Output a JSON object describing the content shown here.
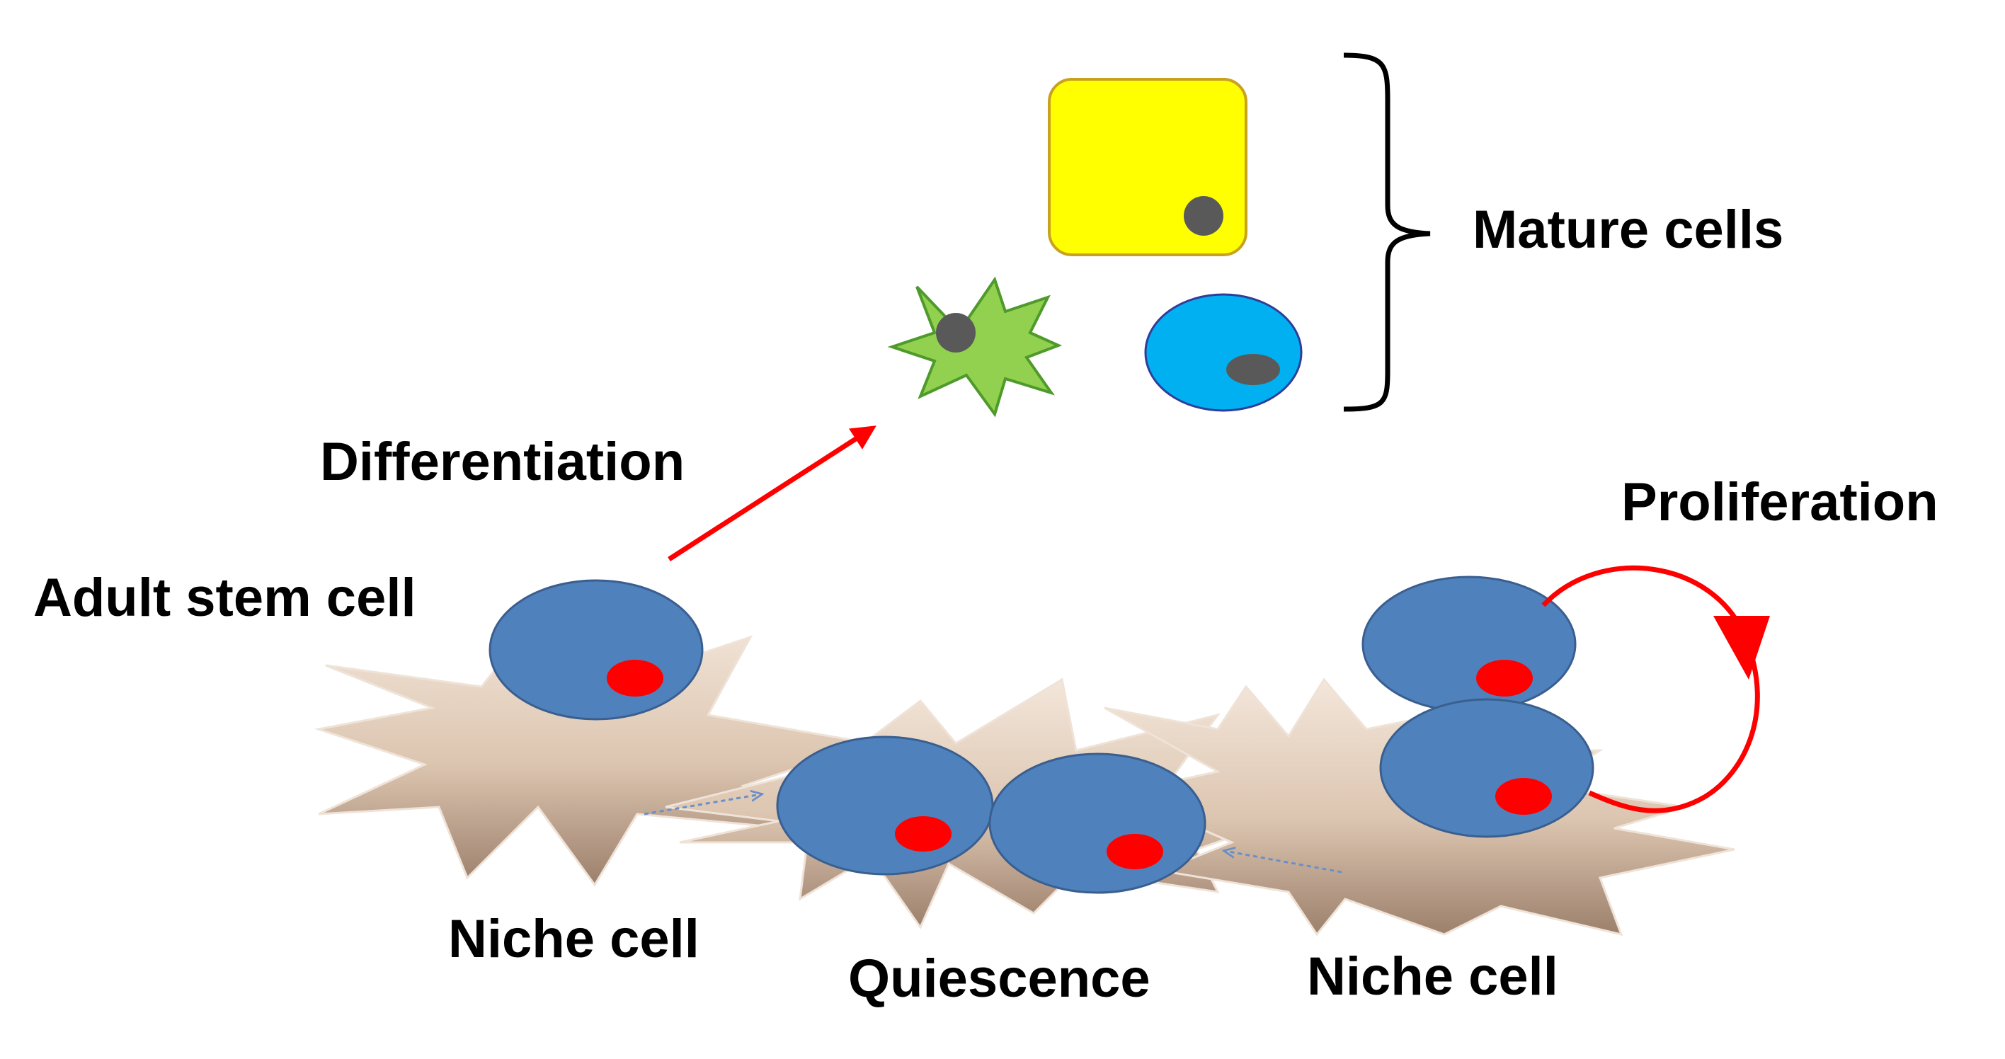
{
  "labels": {
    "mature_cells": "Mature cells",
    "differentiation": "Differentiation",
    "proliferation": "Proliferation",
    "adult_stem_cell": "Adult stem cell",
    "niche_cell_left": "Niche cell",
    "quiescence": "Quiescence",
    "niche_cell_right": "Niche cell"
  },
  "colors": {
    "background": "#ffffff",
    "stem_cell": "#4f81bd",
    "stem_cell_nucleus": "#ff0000",
    "niche_cell_light": "#f3e6da",
    "niche_cell_dark": "#a08470",
    "mature_yellow": "#ffff00",
    "mature_yellow_border": "#c8a21e",
    "mature_green": "#92d050",
    "mature_green_border": "#4e9a2a",
    "mature_blue": "#00b0f0",
    "mature_blue_border": "#2f3d9a",
    "mature_nucleus": "#595959",
    "arrow_red": "#ff0000",
    "bracket": "#000000",
    "dotted_arrow": "#6a8fc8"
  }
}
